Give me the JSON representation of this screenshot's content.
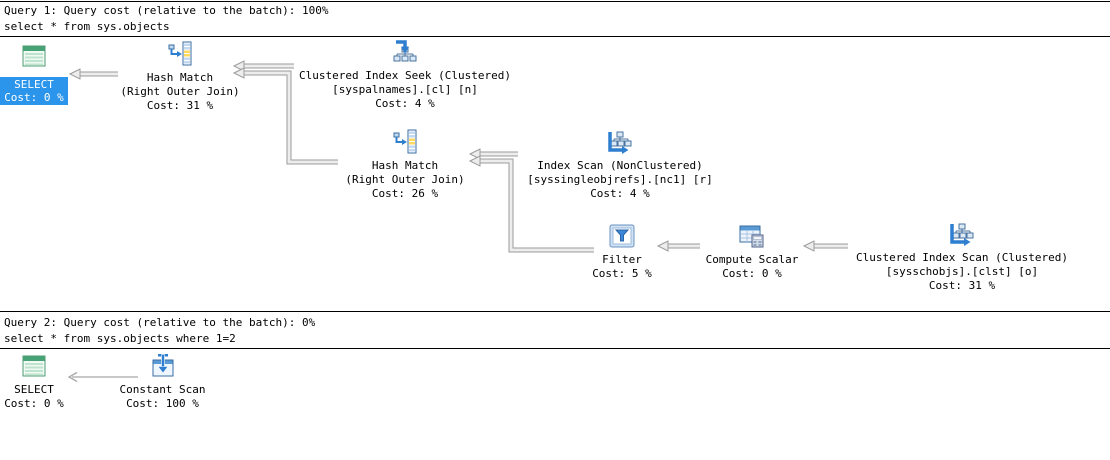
{
  "colors": {
    "selected_node_bg": "#2b95ec",
    "selected_node_text": "#ffffff",
    "arrow_outline": "#9b9b9b",
    "arrow_fill": "#ededed",
    "separator": "#000000",
    "background": "#ffffff"
  },
  "queries": [
    {
      "header": "Query 1: Query cost (relative to the batch): 100%",
      "sql": "select * from sys.objects",
      "nodes": [
        {
          "label": "SELECT",
          "cost": "Cost: 0 %",
          "icon": "result-grid",
          "selected": true
        },
        {
          "label": "Hash Match",
          "sub": "(Right Outer Join)",
          "cost": "Cost: 31 %",
          "icon": "hash-match"
        },
        {
          "label": "Clustered Index Seek (Clustered)",
          "sub": "[syspalnames].[cl] [n]",
          "cost": "Cost: 4 %",
          "icon": "clustered-index-seek"
        },
        {
          "label": "Hash Match",
          "sub": "(Right Outer Join)",
          "cost": "Cost: 26 %",
          "icon": "hash-match"
        },
        {
          "label": "Index Scan (NonClustered)",
          "sub": "[syssingleobjrefs].[nc1] [r]",
          "cost": "Cost: 4 %",
          "icon": "index-scan"
        },
        {
          "label": "Filter",
          "cost": "Cost: 5 %",
          "icon": "filter"
        },
        {
          "label": "Compute Scalar",
          "cost": "Cost: 0 %",
          "icon": "compute-scalar"
        },
        {
          "label": "Clustered Index Scan (Clustered)",
          "sub": "[sysschobjs].[clst] [o]",
          "cost": "Cost: 31 %",
          "icon": "clustered-index-scan"
        }
      ]
    },
    {
      "header": "Query 2: Query cost (relative to the batch): 0%",
      "sql": "select * from sys.objects where 1=2",
      "nodes": [
        {
          "label": "SELECT",
          "cost": "Cost: 0 %",
          "icon": "result-grid"
        },
        {
          "label": "Constant Scan",
          "cost": "Cost: 100 %",
          "icon": "constant-scan"
        }
      ]
    }
  ]
}
